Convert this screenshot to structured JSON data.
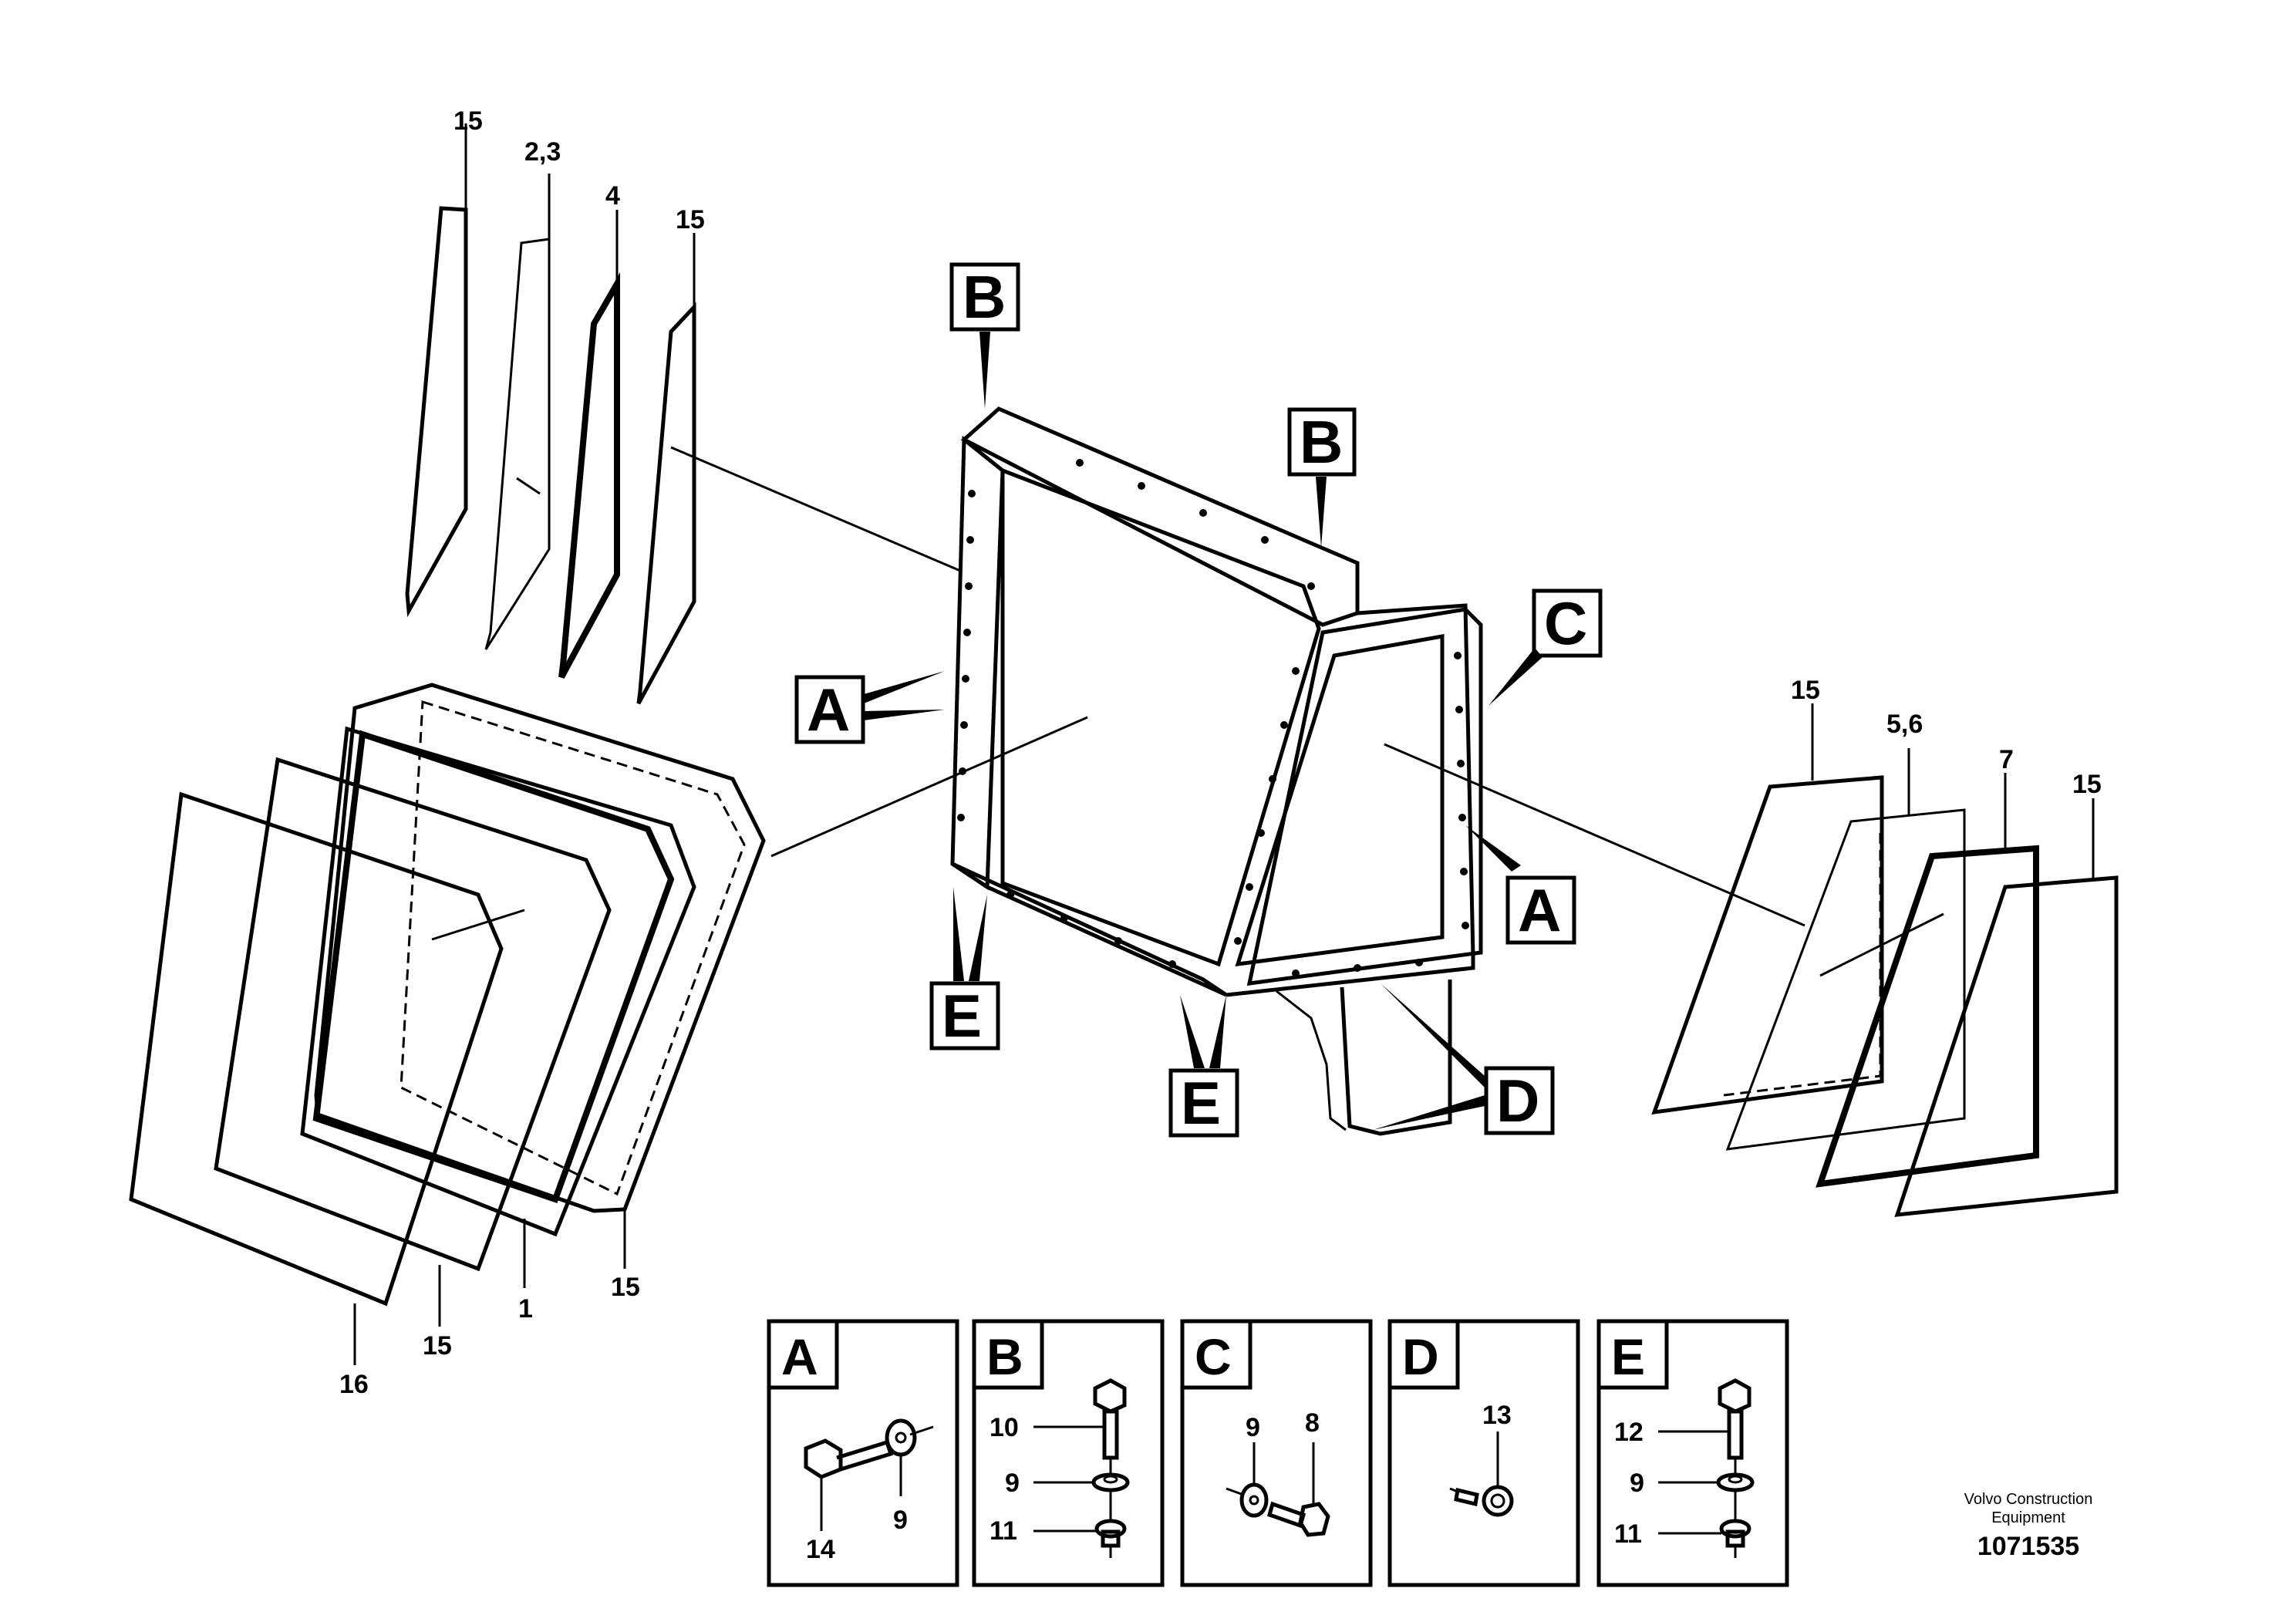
{
  "part_labels": {
    "glass_left_1": "15",
    "glass_left_23": "2,3",
    "glass_left_4": "4",
    "glass_left_15b": "15",
    "front_15a": "15",
    "front_1": "1",
    "front_15b": "15",
    "front_16": "16",
    "right_15a": "15",
    "right_56": "5,6",
    "right_7": "7",
    "right_15b": "15"
  },
  "callouts": {
    "b_top": "B",
    "b_right": "B",
    "c": "C",
    "a_left": "A",
    "a_right": "A",
    "d": "D",
    "e_left": "E",
    "e_right": "E"
  },
  "insets": [
    {
      "letter": "A",
      "labels": [
        "14",
        "9"
      ]
    },
    {
      "letter": "B",
      "labels": [
        "10",
        "9",
        "11"
      ]
    },
    {
      "letter": "C",
      "labels": [
        "9",
        "8"
      ]
    },
    {
      "letter": "D",
      "labels": [
        "13"
      ]
    },
    {
      "letter": "E",
      "labels": [
        "12",
        "9",
        "11"
      ]
    }
  ],
  "footer": {
    "credit_line1": "Volvo Construction",
    "credit_line2": "Equipment",
    "doc_number": "1071535"
  }
}
